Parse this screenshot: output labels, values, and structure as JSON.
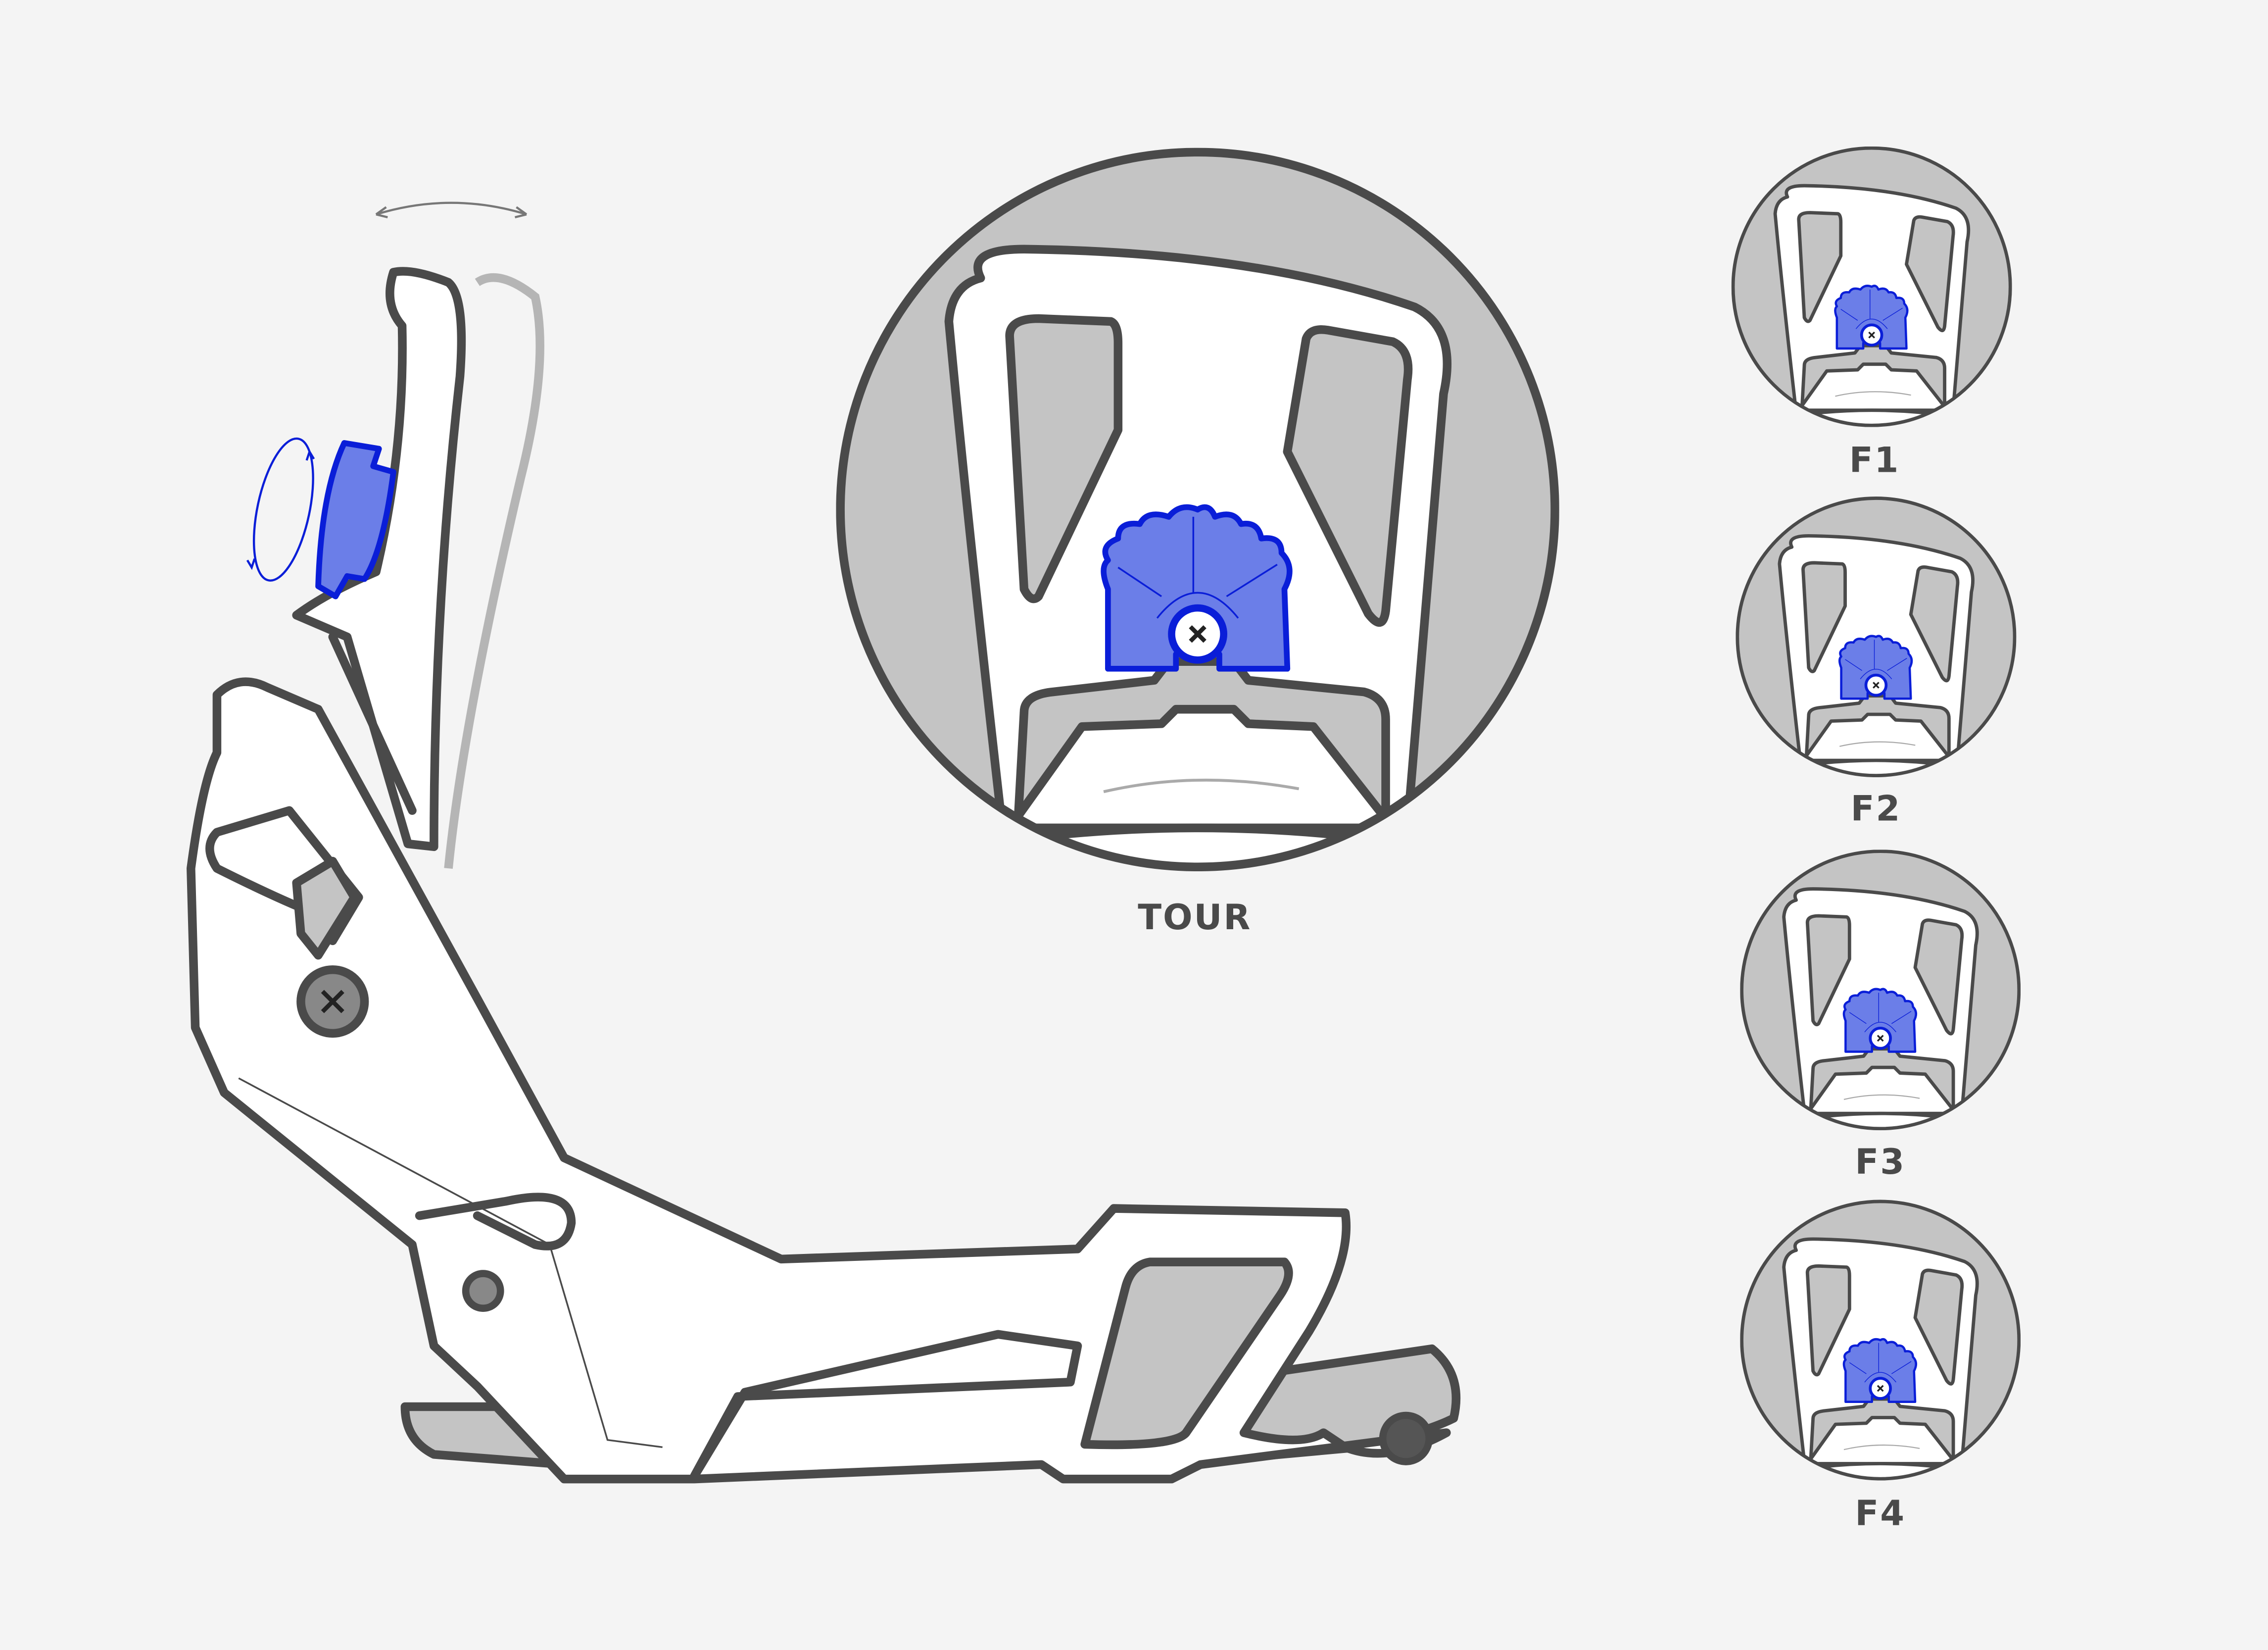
{
  "labels": {
    "main_detail": "TOUR",
    "positions": [
      "F1",
      "F2",
      "F3",
      "F4"
    ]
  },
  "colors": {
    "background": "#f4f4f4",
    "outline": "#4a4a4a",
    "fill_gray": "#c4c4c4",
    "accent_blue": "#6b7ee8",
    "accent_blue_stroke": "#0a1ed8"
  },
  "icons": [
    "rotate-arrows-icon",
    "swing-arc-arrow-icon",
    "screw-icon"
  ]
}
